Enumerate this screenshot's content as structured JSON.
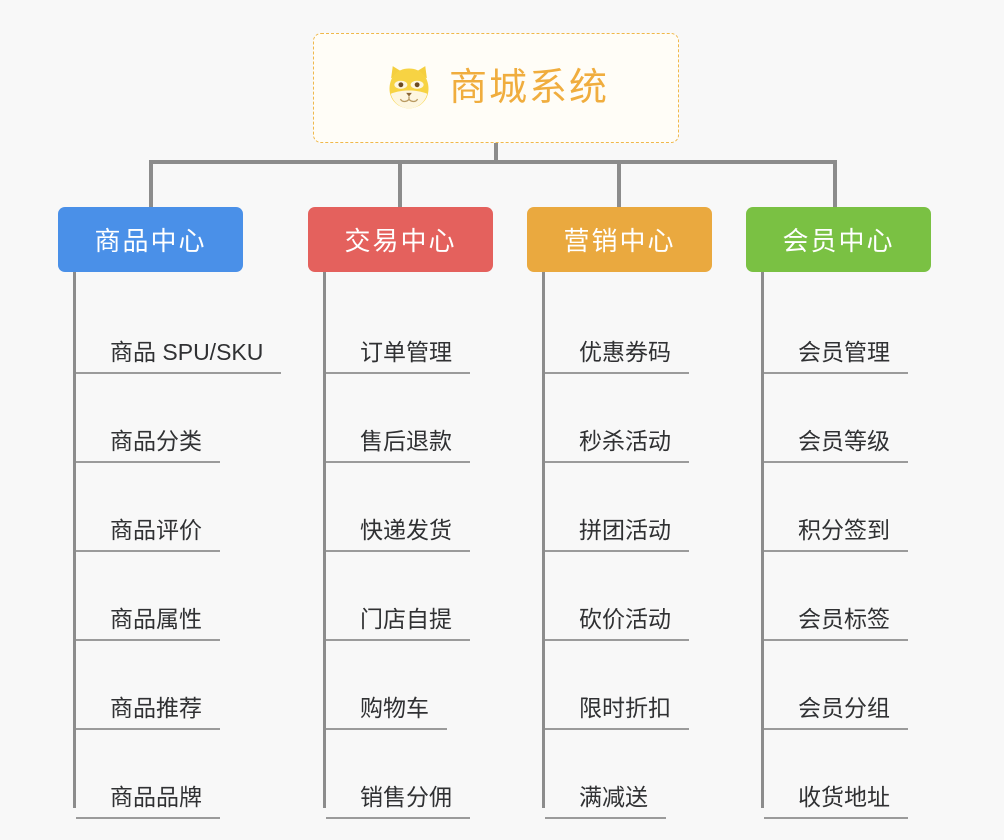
{
  "background_color": "#f8f8f8",
  "root": {
    "title": "商城系统",
    "icon": "shiba-dog-face-icon",
    "text_color": "#f0ad3e",
    "border_color": "#f0b84a",
    "background_color": "#fffdf7"
  },
  "connector_color": "#8c8c8c",
  "columns": [
    {
      "id": "product-center",
      "header": "商品中心",
      "color": "#4a90e8",
      "items": [
        "商品 SPU/SKU",
        "商品分类",
        "商品评价",
        "商品属性",
        "商品推荐",
        "商品品牌"
      ]
    },
    {
      "id": "trade-center",
      "header": "交易中心",
      "color": "#e4615d",
      "items": [
        "订单管理",
        "售后退款",
        "快递发货",
        "门店自提",
        "购物车",
        "销售分佣"
      ]
    },
    {
      "id": "marketing-center",
      "header": "营销中心",
      "color": "#eaa93f",
      "items": [
        "优惠券码",
        "秒杀活动",
        "拼团活动",
        "砍价活动",
        "限时折扣",
        "满减送"
      ]
    },
    {
      "id": "member-center",
      "header": "会员中心",
      "color": "#7ac143",
      "items": [
        "会员管理",
        "会员等级",
        "积分签到",
        "会员标签",
        "会员分组",
        "收货地址"
      ]
    }
  ]
}
